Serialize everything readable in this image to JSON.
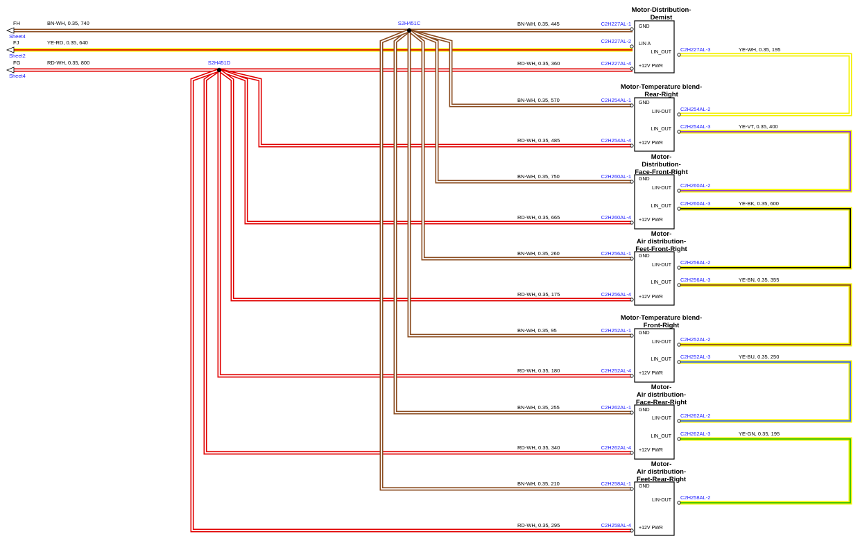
{
  "colors": {
    "BN": "#8a4b1f",
    "WH": "#ffffff",
    "RD": "#e00000",
    "YE": "#f3f000",
    "VT": "#8a2be2",
    "BK": "#000000",
    "BU": "#3366ff",
    "GN": "#32c000",
    "label_blue": "#1a1aff"
  },
  "inputs": [
    {
      "id": "FH",
      "sheet": "Sheet4",
      "wire": "BN-WH,  0.35,  740"
    },
    {
      "id": "FJ",
      "sheet": "Sheet2",
      "wire": "YE-RD,  0.35,  640"
    },
    {
      "id": "FG",
      "sheet": "Sheet4",
      "wire": "RD-WH,  0.35,  800"
    }
  ],
  "splices": {
    "gnd": {
      "label": "S2H451C"
    },
    "pwr": {
      "label": "S2H451D"
    }
  },
  "components": [
    {
      "title": [
        "Motor-Distribution-",
        "Demist"
      ],
      "pins": [
        {
          "name": "GND",
          "connector": "C2H227AL-1",
          "wire": "BN-WH,  0.35,  445"
        },
        {
          "name": "LIN A",
          "connector": "C2H227AL-2",
          "wire": ""
        },
        {
          "name": "LIN_OUT",
          "connector": "C2H227AL-3",
          "wire": "YE-WH,  0.35,  195"
        },
        {
          "name": "+12V PWR",
          "connector": "C2H227AL-4",
          "wire": "RD-WH,  0.35,  360"
        }
      ]
    },
    {
      "title": [
        "Motor-Temperature blend-",
        "Rear-Right"
      ],
      "pins": [
        {
          "name": "GND",
          "connector": "C2H254AL-1",
          "wire": "BN-WH,  0.35,  570"
        },
        {
          "name": "LIN-OUT",
          "connector": "C2H254AL-2",
          "wire": ""
        },
        {
          "name": "LIN_OUT",
          "connector": "C2H254AL-3",
          "wire": "YE-VT,  0.35,  400"
        },
        {
          "name": "+12V PWR",
          "connector": "C2H254AL-4",
          "wire": "RD-WH,  0.35,  485"
        }
      ]
    },
    {
      "title": [
        "Motor-",
        "Distribution-",
        "Face-Front-Right"
      ],
      "pins": [
        {
          "name": "GND",
          "connector": "C2H260AL-1",
          "wire": "BN-WH,  0.35,  750"
        },
        {
          "name": "LIN-OUT",
          "connector": "C2H260AL-2",
          "wire": ""
        },
        {
          "name": "LIN_OUT",
          "connector": "C2H260AL-3",
          "wire": "YE-BK,  0.35,  600"
        },
        {
          "name": "+12V PWR",
          "connector": "C2H260AL-4",
          "wire": "RD-WH,  0.35,  665"
        }
      ]
    },
    {
      "title": [
        "Motor-",
        "Air distribution-",
        "Feet-Front-Right"
      ],
      "pins": [
        {
          "name": "GND",
          "connector": "C2H256AL-1",
          "wire": "BN-WH,  0.35,  260"
        },
        {
          "name": "LIN-OUT",
          "connector": "C2H256AL-2",
          "wire": ""
        },
        {
          "name": "LIN_OUT",
          "connector": "C2H256AL-3",
          "wire": "YE-BN,  0.35,  355"
        },
        {
          "name": "+12V PWR",
          "connector": "C2H256AL-4",
          "wire": "RD-WH,  0.35,  175"
        }
      ]
    },
    {
      "title": [
        "Motor-Temperature blend-",
        "Front-Right"
      ],
      "pins": [
        {
          "name": "GND",
          "connector": "C2H252AL-1",
          "wire": "BN-WH,  0.35,  95"
        },
        {
          "name": "LIN-OUT",
          "connector": "C2H252AL-2",
          "wire": ""
        },
        {
          "name": "LIN_OUT",
          "connector": "C2H252AL-3",
          "wire": "YE-BU,  0.35,  250"
        },
        {
          "name": "+12V PWR",
          "connector": "C2H252AL-4",
          "wire": "RD-WH,  0.35,  180"
        }
      ]
    },
    {
      "title": [
        "Motor-",
        "Air distribution-",
        "Face-Rear-Right"
      ],
      "pins": [
        {
          "name": "GND",
          "connector": "C2H262AL-1",
          "wire": "BN-WH,  0.35,  255"
        },
        {
          "name": "LIN-OUT",
          "connector": "C2H262AL-2",
          "wire": ""
        },
        {
          "name": "LIN_OUT",
          "connector": "C2H262AL-3",
          "wire": "YE-GN,  0.35,  195"
        },
        {
          "name": "+12V PWR",
          "connector": "C2H262AL-4",
          "wire": "RD-WH,  0.35,  340"
        }
      ]
    },
    {
      "title": [
        "Motor-",
        "Air distribution-",
        "Feet-Rear-Right"
      ],
      "pins": [
        {
          "name": "GND",
          "connector": "C2H258AL-1",
          "wire": "BN-WH,  0.35,  210"
        },
        {
          "name": "LIN-OUT",
          "connector": "C2H258AL-2",
          "wire": ""
        },
        {
          "name": "+12V PWR",
          "connector": "C2H258AL-4",
          "wire": "RD-WH,  0.35,  295"
        }
      ]
    }
  ]
}
